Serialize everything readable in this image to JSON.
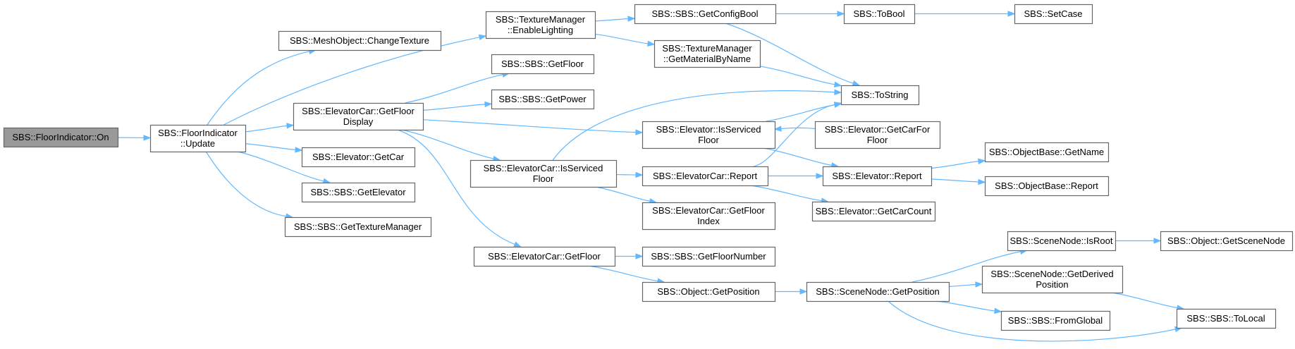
{
  "diagram": {
    "nodes": [
      {
        "id": "on",
        "lines": [
          "SBS::FloorIndicator::On"
        ],
        "root": true
      },
      {
        "id": "update",
        "lines": [
          "SBS::FloorIndicator",
          "::Update"
        ]
      },
      {
        "id": "changetex",
        "lines": [
          "SBS::MeshObject::ChangeTexture"
        ]
      },
      {
        "id": "enablelight",
        "lines": [
          "SBS::TextureManager",
          "::EnableLighting"
        ]
      },
      {
        "id": "getfloordisp",
        "lines": [
          "SBS::ElevatorCar::GetFloor",
          "Display"
        ]
      },
      {
        "id": "elevgetcar",
        "lines": [
          "SBS::Elevator::GetCar"
        ]
      },
      {
        "id": "getelevator",
        "lines": [
          "SBS::SBS::GetElevator"
        ]
      },
      {
        "id": "gettexmgr",
        "lines": [
          "SBS::SBS::GetTextureManager"
        ]
      },
      {
        "id": "getconfigbool",
        "lines": [
          "SBS::SBS::GetConfigBool"
        ]
      },
      {
        "id": "getmaterial",
        "lines": [
          "SBS::TextureManager",
          "::GetMaterialByName"
        ]
      },
      {
        "id": "sbsgetfloor",
        "lines": [
          "SBS::SBS::GetFloor"
        ]
      },
      {
        "id": "getpower",
        "lines": [
          "SBS::SBS::GetPower"
        ]
      },
      {
        "id": "carisserviced",
        "lines": [
          "SBS::ElevatorCar::IsServiced",
          "Floor"
        ]
      },
      {
        "id": "cargetfloor",
        "lines": [
          "SBS::ElevatorCar::GetFloor"
        ]
      },
      {
        "id": "tobool",
        "lines": [
          "SBS::ToBool"
        ]
      },
      {
        "id": "setcase",
        "lines": [
          "SBS::SetCase"
        ]
      },
      {
        "id": "tostring",
        "lines": [
          "SBS::ToString"
        ]
      },
      {
        "id": "elevisserviced",
        "lines": [
          "SBS::Elevator::IsServiced",
          "Floor"
        ]
      },
      {
        "id": "getcarforfloor",
        "lines": [
          "SBS::Elevator::GetCarFor",
          "Floor"
        ]
      },
      {
        "id": "carreport",
        "lines": [
          "SBS::ElevatorCar::Report"
        ]
      },
      {
        "id": "elevreport",
        "lines": [
          "SBS::Elevator::Report"
        ]
      },
      {
        "id": "objgetname",
        "lines": [
          "SBS::ObjectBase::GetName"
        ]
      },
      {
        "id": "objreport",
        "lines": [
          "SBS::ObjectBase::Report"
        ]
      },
      {
        "id": "getfloorindex",
        "lines": [
          "SBS::ElevatorCar::GetFloor",
          "Index"
        ]
      },
      {
        "id": "getcarcount",
        "lines": [
          "SBS::Elevator::GetCarCount"
        ]
      },
      {
        "id": "getfloornumber",
        "lines": [
          "SBS::SBS::GetFloorNumber"
        ]
      },
      {
        "id": "objgetposition",
        "lines": [
          "SBS::Object::GetPosition"
        ]
      },
      {
        "id": "scenegetposition",
        "lines": [
          "SBS::SceneNode::GetPosition"
        ]
      },
      {
        "id": "isroot",
        "lines": [
          "SBS::SceneNode::IsRoot"
        ]
      },
      {
        "id": "getscenenode",
        "lines": [
          "SBS::Object::GetSceneNode"
        ]
      },
      {
        "id": "getderived",
        "lines": [
          "SBS::SceneNode::GetDerived",
          "Position"
        ]
      },
      {
        "id": "fromglobal",
        "lines": [
          "SBS::SBS::FromGlobal"
        ]
      },
      {
        "id": "tolocal",
        "lines": [
          "SBS::SBS::ToLocal"
        ]
      }
    ],
    "edges": [
      [
        "on",
        "update"
      ],
      [
        "update",
        "changetex"
      ],
      [
        "update",
        "enablelight"
      ],
      [
        "update",
        "getfloordisp"
      ],
      [
        "update",
        "elevgetcar"
      ],
      [
        "update",
        "getelevator"
      ],
      [
        "update",
        "gettexmgr"
      ],
      [
        "enablelight",
        "getconfigbool"
      ],
      [
        "enablelight",
        "getmaterial"
      ],
      [
        "getconfigbool",
        "tobool"
      ],
      [
        "getconfigbool",
        "tostring"
      ],
      [
        "tobool",
        "setcase"
      ],
      [
        "getmaterial",
        "tostring"
      ],
      [
        "getfloordisp",
        "sbsgetfloor"
      ],
      [
        "getfloordisp",
        "getpower"
      ],
      [
        "getfloordisp",
        "elevisserviced"
      ],
      [
        "getfloordisp",
        "carisserviced"
      ],
      [
        "getfloordisp",
        "cargetfloor"
      ],
      [
        "carisserviced",
        "tostring"
      ],
      [
        "carisserviced",
        "carreport"
      ],
      [
        "carisserviced",
        "getfloorindex"
      ],
      [
        "elevisserviced",
        "tostring"
      ],
      [
        "elevisserviced",
        "elevreport"
      ],
      [
        "getcarforfloor",
        "elevisserviced"
      ],
      [
        "carreport",
        "tostring"
      ],
      [
        "carreport",
        "elevreport"
      ],
      [
        "carreport",
        "getcarcount"
      ],
      [
        "elevreport",
        "objgetname"
      ],
      [
        "elevreport",
        "objreport"
      ],
      [
        "cargetfloor",
        "getfloornumber"
      ],
      [
        "cargetfloor",
        "objgetposition"
      ],
      [
        "objgetposition",
        "scenegetposition"
      ],
      [
        "scenegetposition",
        "isroot"
      ],
      [
        "scenegetposition",
        "getderived"
      ],
      [
        "scenegetposition",
        "fromglobal"
      ],
      [
        "scenegetposition",
        "tolocal"
      ],
      [
        "isroot",
        "getscenenode"
      ],
      [
        "getderived",
        "tolocal"
      ]
    ]
  },
  "colors": {
    "edge": "#63b8ff",
    "node_border": "#666666",
    "root_fill": "#999999",
    "node_fill": "#ffffff"
  }
}
